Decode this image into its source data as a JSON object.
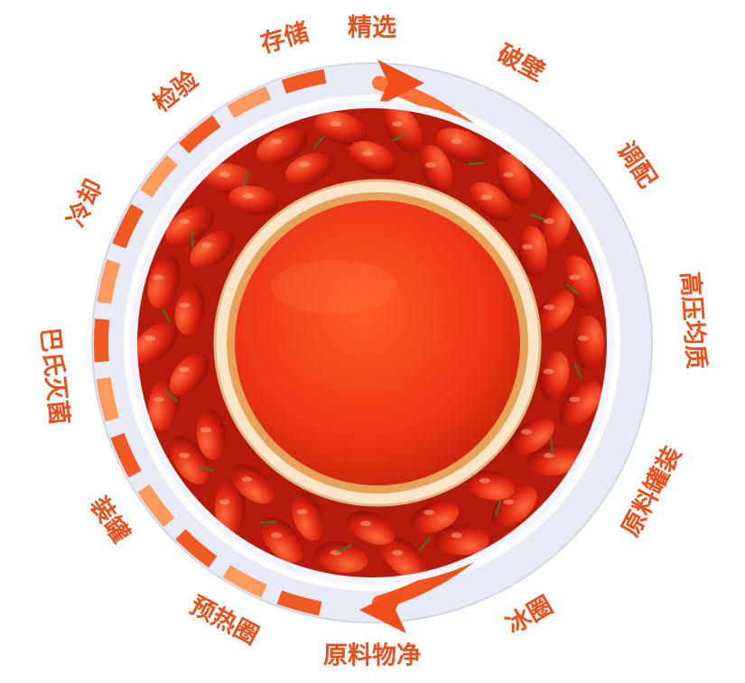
{
  "steps": [
    {
      "label": "精选"
    },
    {
      "label": "破壁"
    },
    {
      "label": "调配"
    },
    {
      "label": "高压均质"
    },
    {
      "label": "原料罐装"
    },
    {
      "label": "冰圈"
    },
    {
      "label": "原料物净"
    },
    {
      "label": "预热圈"
    },
    {
      "label": "装罐"
    },
    {
      "label": "巴氏灭菌"
    },
    {
      "label": "冷却"
    },
    {
      "label": "检验"
    },
    {
      "label": "存储"
    }
  ],
  "colors": {
    "accent": "#f04e1a",
    "accent_light": "#ff8a4c",
    "ring": "#e9ecf7",
    "juice": "#ee3a18",
    "berry": "#d9230f"
  }
}
